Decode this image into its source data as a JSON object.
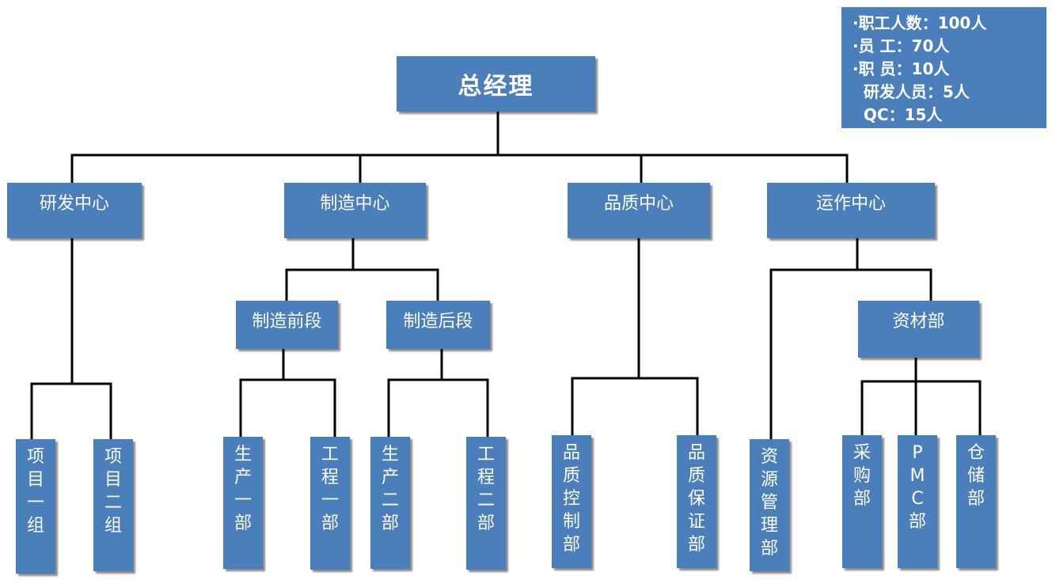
{
  "stats": [
    "·职工人数：100人",
    "·员  工：70人",
    "·职  员：10人",
    "  研发人员：5人",
    "  QC：15人"
  ],
  "org": {
    "ceo": "总经理",
    "centers": {
      "rd": "研发中心",
      "mfg": "制造中心",
      "qa": "品质中心",
      "ops": "运作中心"
    },
    "sections": {
      "front": "制造前段",
      "back": "制造后段",
      "materials": "资材部"
    },
    "units": {
      "project1": "项目一组",
      "project2": "项目二组",
      "prod1": "生产一部",
      "eng1": "工程一部",
      "prod2": "生产二部",
      "eng2": "工程二部",
      "qc_dept": "品质控制部",
      "qa_dept": "品质保证部",
      "resources": "资源管理部",
      "purchasing": "采购部",
      "pmc": "PMC部",
      "warehouse": "仓储部"
    }
  }
}
